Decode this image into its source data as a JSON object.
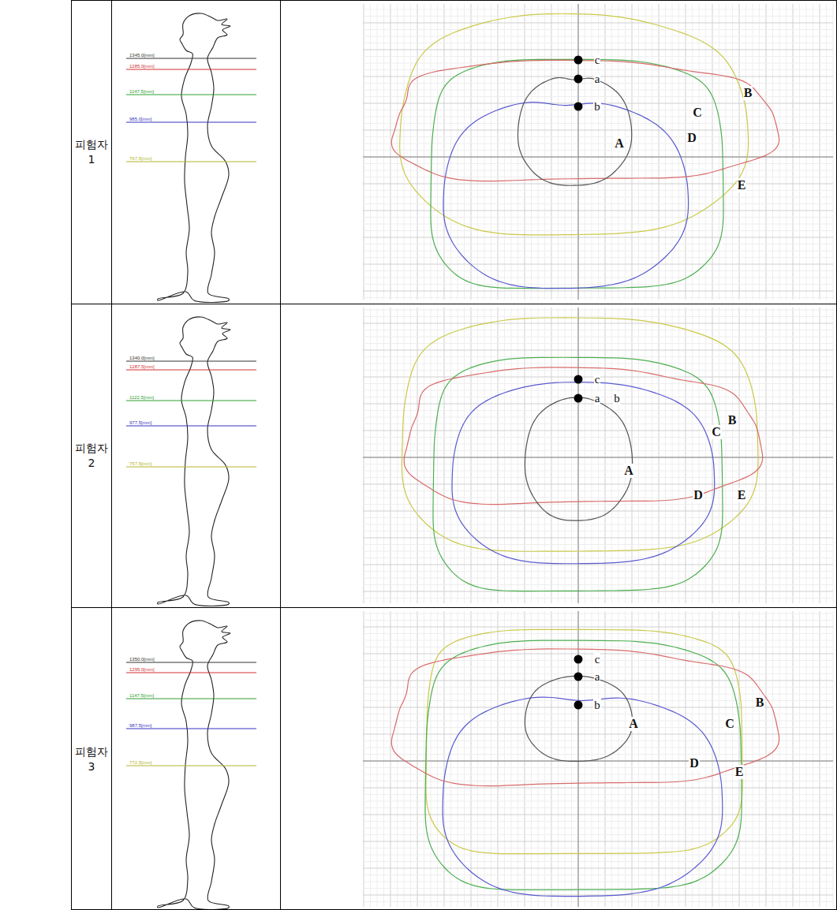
{
  "diagram": {
    "labels": [
      "피험자 1",
      "1345.0[mm]",
      "1285.0[mm]",
      "1147.5[mm]",
      "985.0[mm]",
      "767.5[mm]",
      "c",
      "a",
      "b",
      "A",
      "B",
      "C",
      "D",
      "E",
      "피험자 2",
      "1340.0[mm]",
      "1287.5[mm]",
      "1122.5[mm]",
      "977.5[mm]",
      "757.5[mm]",
      "c",
      "a",
      "b",
      "A",
      "B",
      "C",
      "D",
      "E",
      "피험자 3",
      "1350.0[mm]",
      "1295.0[mm]",
      "1147.5[mm]",
      "987.5[mm]",
      "772.5[mm]",
      "c",
      "a",
      "b",
      "A",
      "B",
      "C",
      "D",
      "E"
    ]
  }
}
